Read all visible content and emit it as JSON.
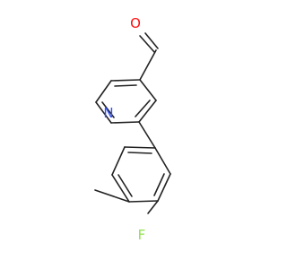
{
  "molecule": {
    "atom_labels": {
      "oxygen": "O",
      "nitrogen": "N",
      "fluorine": "F"
    },
    "colors": {
      "oxygen": "#ff0d0d",
      "nitrogen": "#3050f8",
      "fluorine": "#90e050",
      "bond": "#222222"
    }
  }
}
